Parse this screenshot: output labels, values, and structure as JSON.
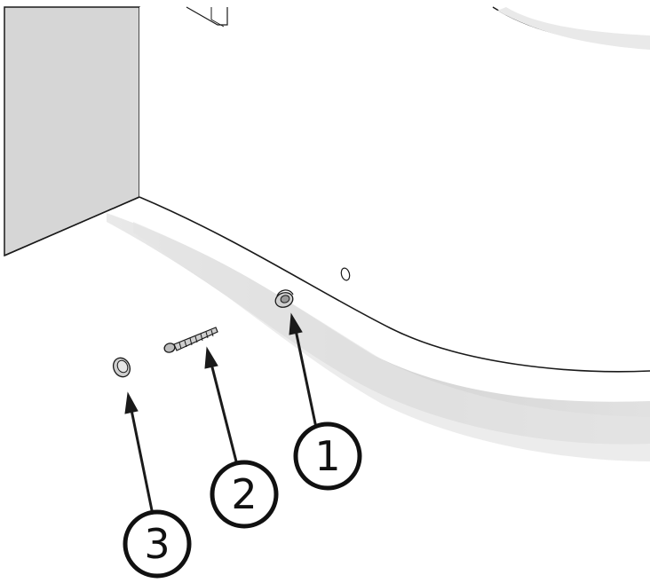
{
  "callouts": [
    {
      "id": "1",
      "label": "1"
    },
    {
      "id": "2",
      "label": "2"
    },
    {
      "id": "3",
      "label": "3"
    }
  ],
  "colors": {
    "stroke": "#1a1a1a",
    "wall": "#d3d3d3",
    "floor_shadow": "#cfcfcf",
    "body": "#ffffff",
    "part_gray": "#bdbdbd"
  }
}
